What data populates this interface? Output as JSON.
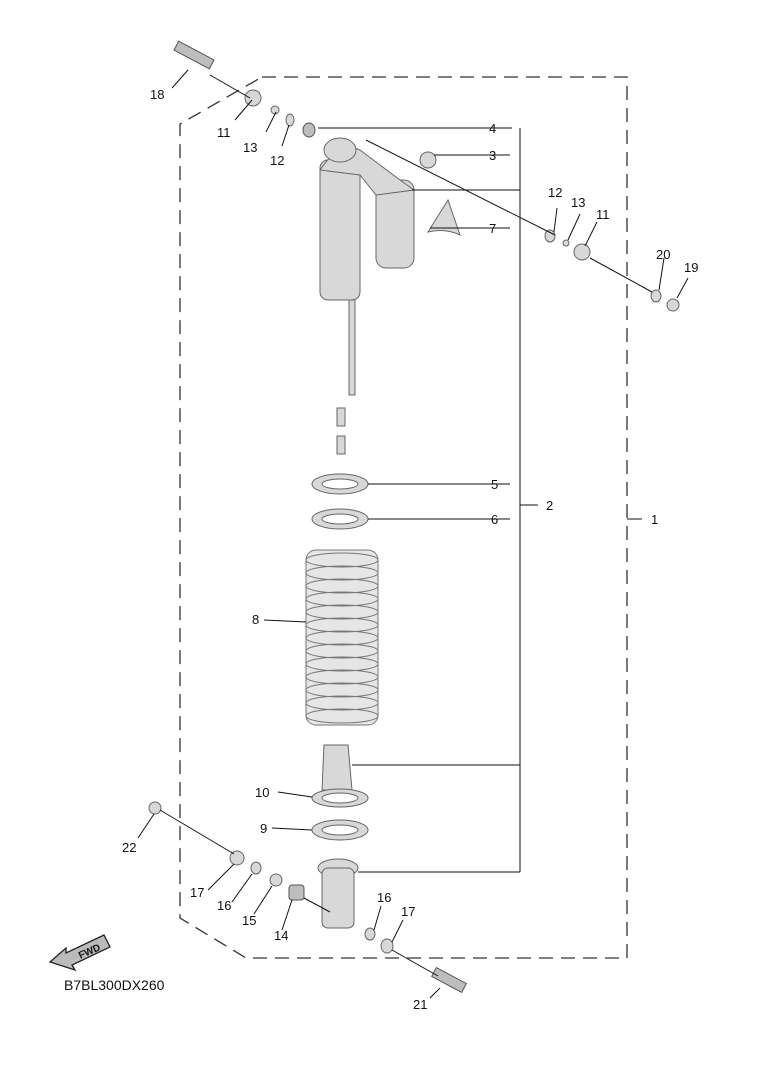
{
  "diagram": {
    "title": "Rear Suspension Parts",
    "code": "B7BL300DX260",
    "fwd_label": "FWD",
    "callouts": [
      "1",
      "2",
      "3",
      "4",
      "5",
      "6",
      "7",
      "8",
      "9",
      "10",
      "11",
      "11",
      "12",
      "12",
      "13",
      "13",
      "14",
      "15",
      "16",
      "16",
      "17",
      "17",
      "18",
      "19",
      "20",
      "21",
      "22"
    ]
  }
}
